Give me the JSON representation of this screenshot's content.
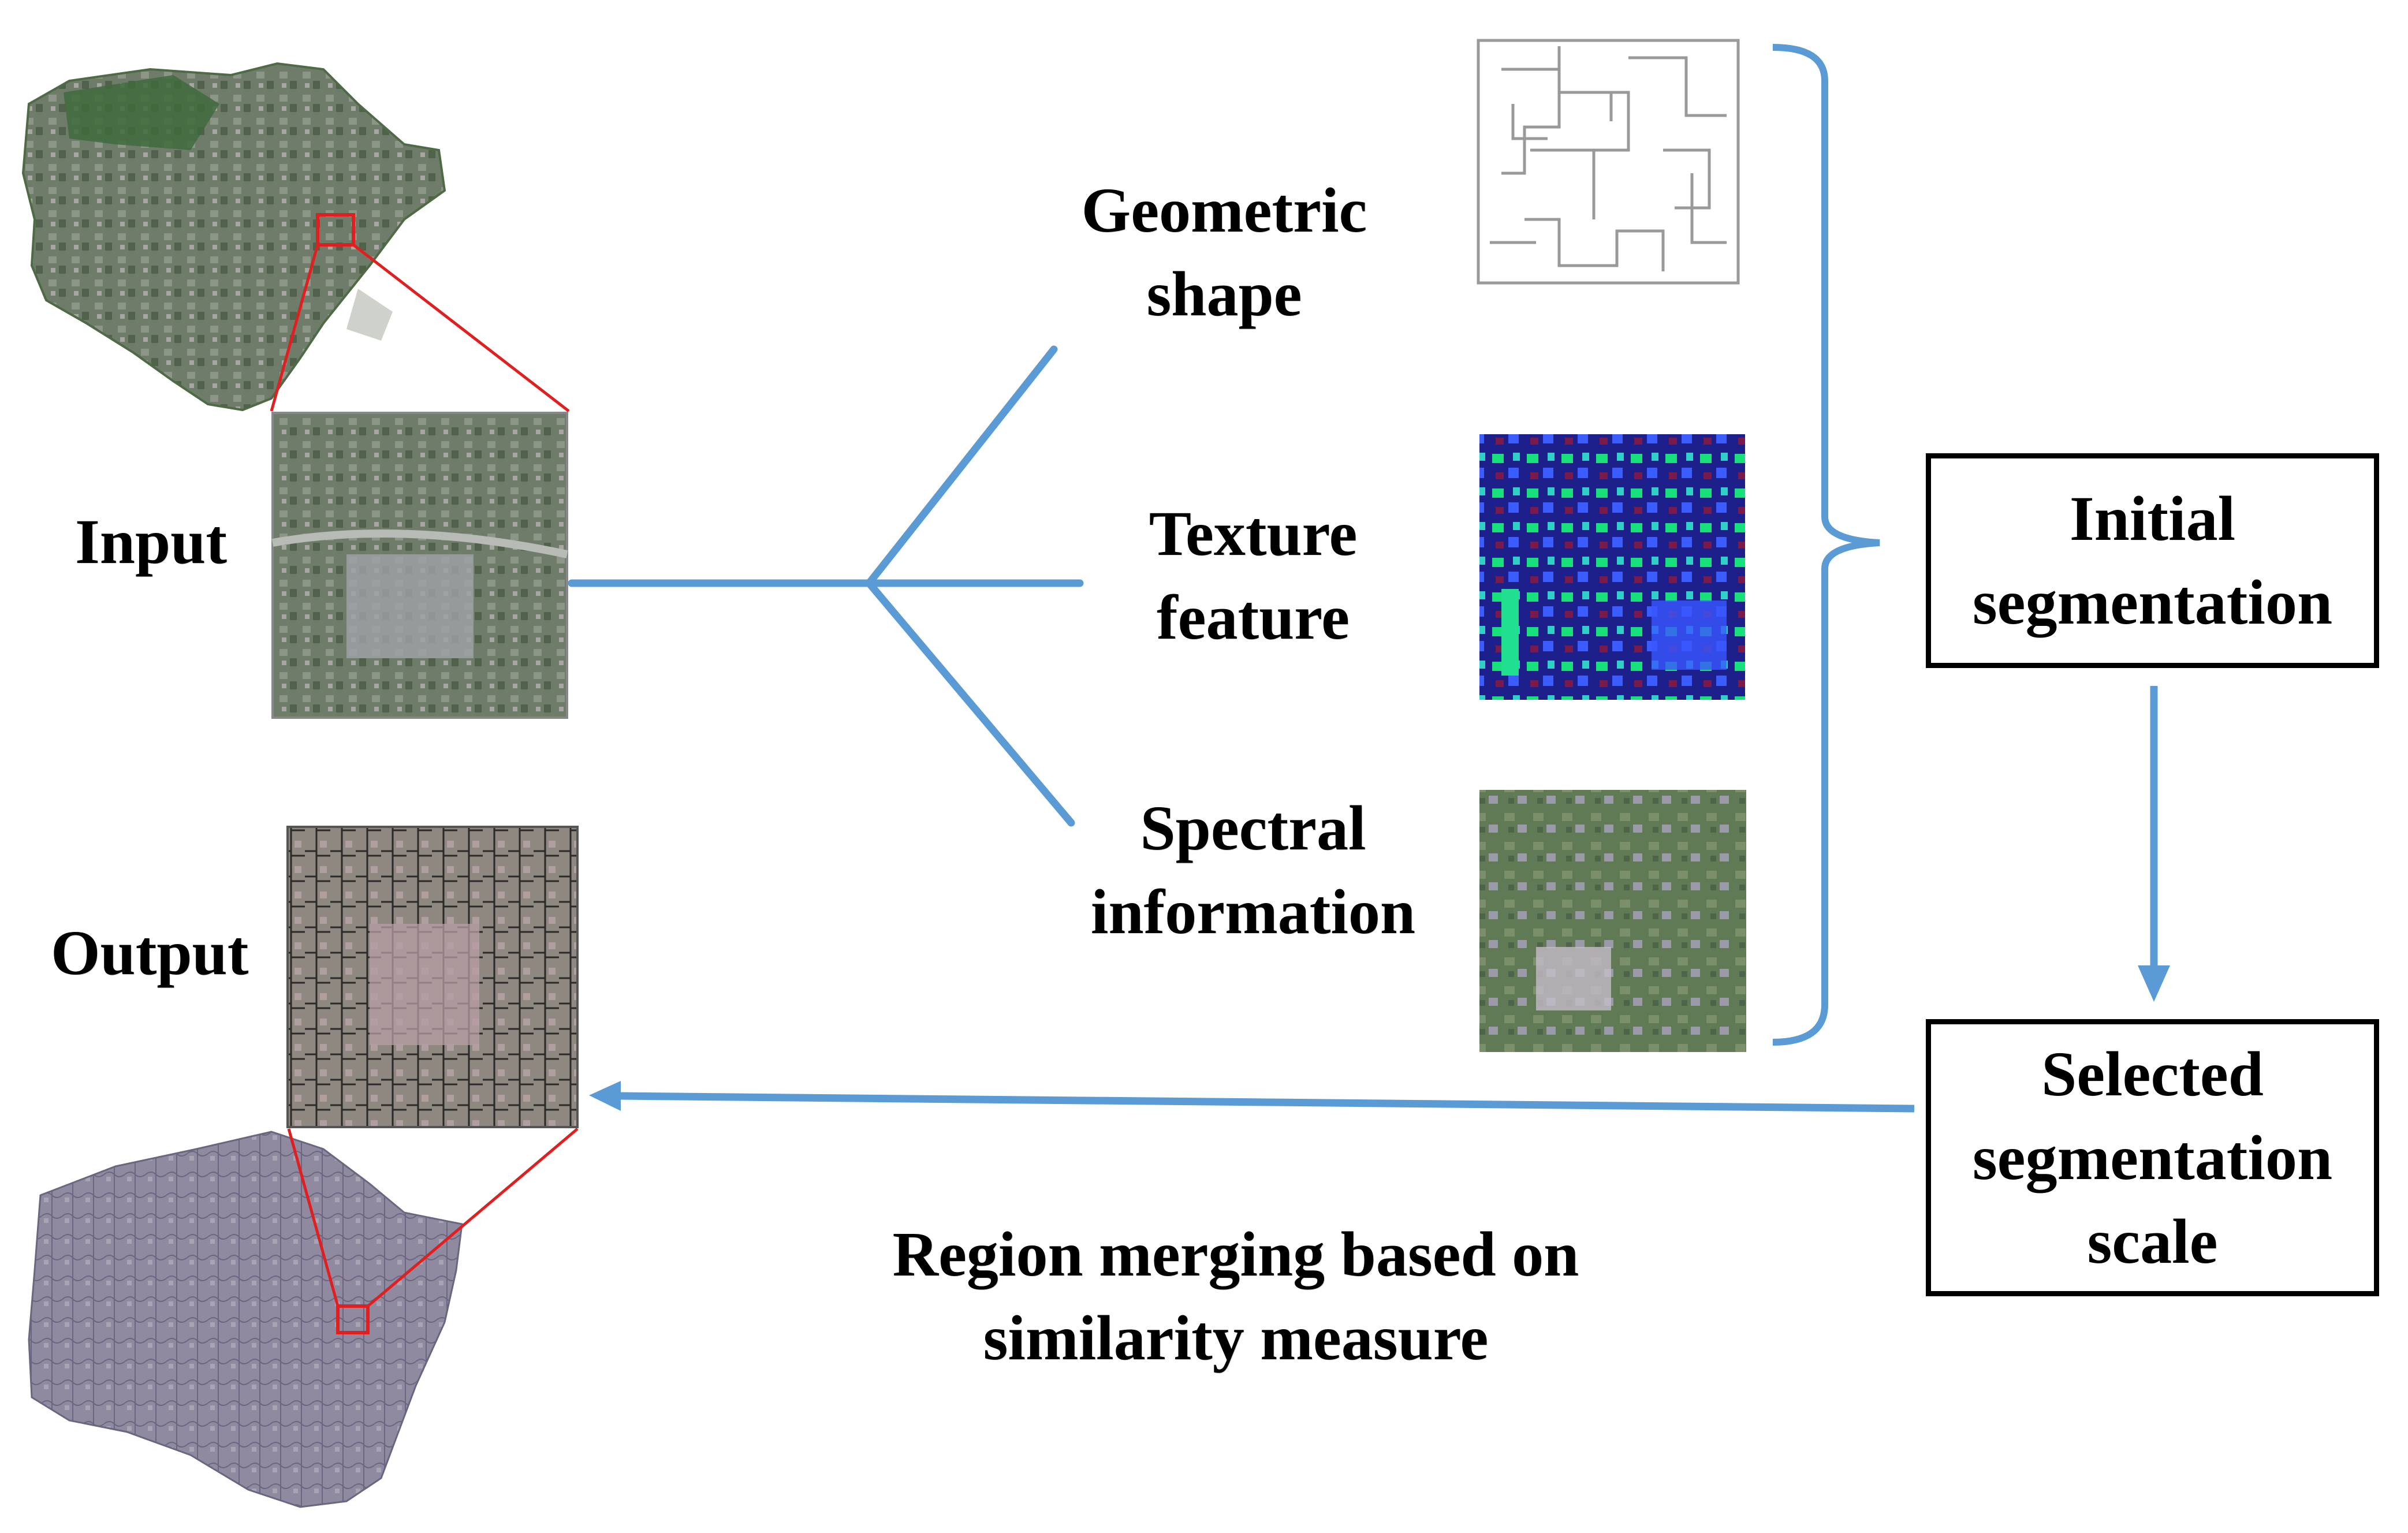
{
  "labels": {
    "input": "Input",
    "output": "Output",
    "geometric_line1": "Geometric",
    "geometric_line2": "shape",
    "texture_line1": "Texture",
    "texture_line2": "feature",
    "spectral_line1": "Spectral",
    "spectral_line2": "information",
    "region_line1": "Region merging based on",
    "region_line2": "similarity measure"
  },
  "boxes": {
    "initial_line1": "Initial",
    "initial_line2": "segmentation",
    "selected_line1": "Selected",
    "selected_line2": "segmentation",
    "selected_line3": "scale"
  },
  "colors": {
    "arrow": "#5b9bd5",
    "zoom": "#e02020",
    "box_border": "#000000"
  }
}
